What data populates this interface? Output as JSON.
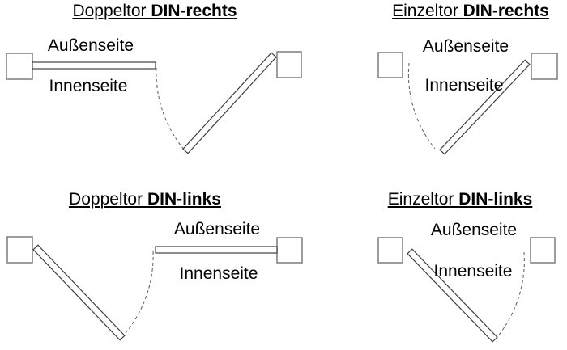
{
  "colors": {
    "text": "#000000",
    "post_stroke": "#7d7d7d",
    "leaf_stroke": "#3f3f3f",
    "arc_stroke": "#5a5a5a",
    "shape_fill": "#ffffff",
    "background": "#ffffff"
  },
  "panels": [
    {
      "title_regular": "Doppeltor",
      "title_bold": "DIN-rechts",
      "outside_label": "Außenseite",
      "inside_label": "Innenseite"
    },
    {
      "title_regular": "Einzeltor",
      "title_bold": "DIN-rechts",
      "outside_label": "Außenseite",
      "inside_label": "Innenseite"
    },
    {
      "title_regular": "Doppeltor",
      "title_bold": "DIN-links",
      "outside_label": "Außenseite",
      "inside_label": "Innenseite"
    },
    {
      "title_regular": "Einzeltor",
      "title_bold": "DIN-links",
      "outside_label": "Außenseite",
      "inside_label": "Innenseite"
    }
  ]
}
